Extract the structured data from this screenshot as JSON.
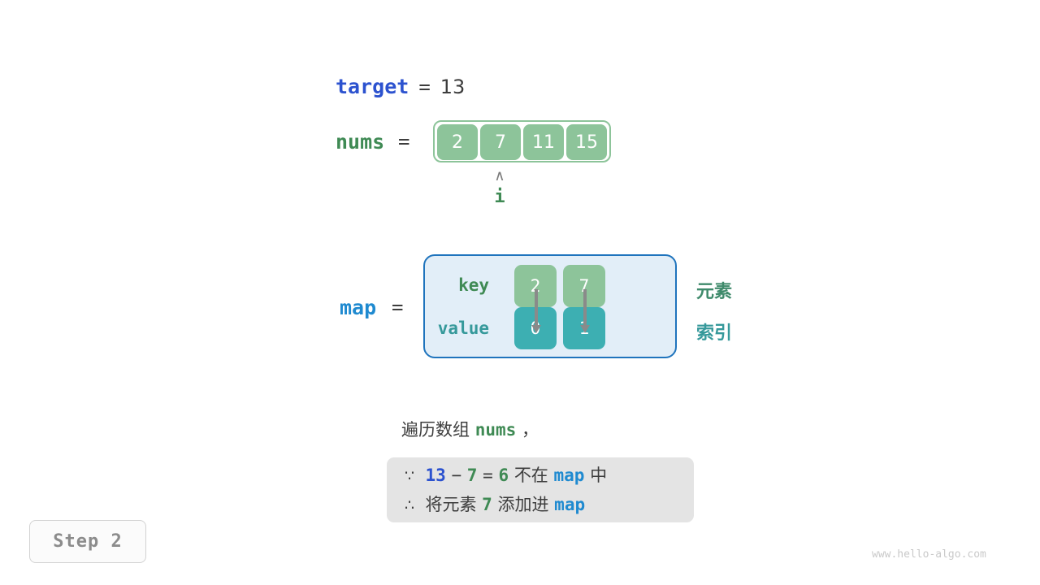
{
  "figure": {
    "watermark": "www.hello-algo.com",
    "step_badge": "Step 2"
  },
  "target": {
    "label": "target",
    "equals": "=",
    "value": "13"
  },
  "nums": {
    "label": "nums",
    "equals": "=",
    "values": [
      "2",
      "7",
      "11",
      "15"
    ],
    "pointer": {
      "caret": "∧",
      "name": "i",
      "index": 1
    }
  },
  "map": {
    "label": "map",
    "equals": "=",
    "row_labels": {
      "key": "key",
      "value": "value"
    },
    "entries": [
      {
        "key": "2",
        "value": "0"
      },
      {
        "key": "7",
        "value": "1"
      }
    ],
    "side_labels": {
      "element": "元素",
      "index": "索引"
    }
  },
  "caption": {
    "prefix": "遍历数组 ",
    "code": "nums",
    "suffix": " ，"
  },
  "reasoning": {
    "line1": {
      "symbol": "∵",
      "a": "13",
      "minus": "−",
      "b": "7",
      "eq": "=",
      "result": "6",
      "text_mid": "不在",
      "map": "map",
      "text_end": "中"
    },
    "line2": {
      "symbol": "∴",
      "text_start": "将元素",
      "num": "7",
      "text_mid": "添加进",
      "map": "map"
    }
  },
  "colors": {
    "target_blue": "#2c52cf",
    "map_blue": "#1f8ad0",
    "green": "#3f8a54",
    "cell_green": "#8dc49a",
    "teal": "#3dafb2",
    "map_box_bg": "#e2eef8",
    "map_box_border": "#1f74bd",
    "reason_bg": "#e4e4e4",
    "gray_text": "#3d3d3d"
  }
}
